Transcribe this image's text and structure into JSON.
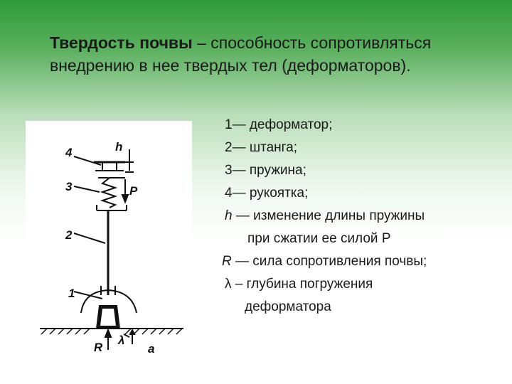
{
  "title": {
    "term": "Твердость почвы",
    "definition": " – способность сопротивляться внедрению в нее твердых тел (деформаторов)."
  },
  "figure": {
    "labels": {
      "n4": "4",
      "n3": "3",
      "n2": "2",
      "n1": "1",
      "h": "h",
      "P": "P",
      "R": "R",
      "lambda": "λ",
      "a": "a"
    }
  },
  "legend": {
    "items": [
      "1— деформатор;",
      "2— штанга;",
      "3— пружина;",
      "4— рукоятка;"
    ],
    "h_symbol": "h",
    "h_text": " — изменение длины пружины",
    "h_cont": "при сжатии ее силой Р",
    "r_symbol": "R",
    "r_text": " — сила сопротивления почвы;",
    "lambda_text": "λ – глубина погружения",
    "lambda_cont": "деформатора"
  }
}
